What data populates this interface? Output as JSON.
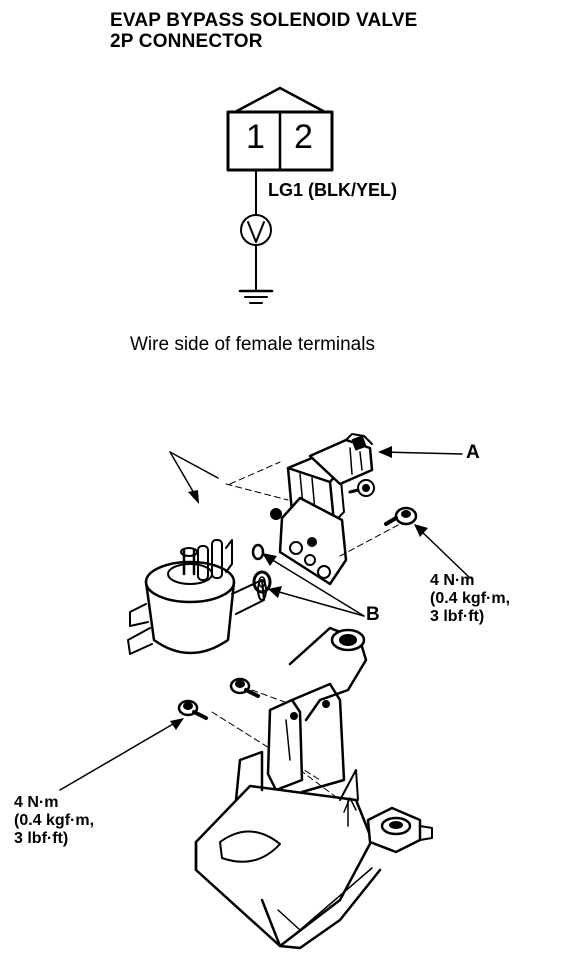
{
  "connector": {
    "title_line1": "EVAP BYPASS SOLENOID VALVE",
    "title_line2": "2P CONNECTOR",
    "pins": [
      "1",
      "2"
    ],
    "wire_label": "LG1 (BLK/YEL)",
    "caption": "Wire side of female terminals"
  },
  "callouts": {
    "a": "A",
    "b": "B"
  },
  "torque_right": {
    "line1": "4 N·m",
    "line2": "(0.4 kgf·m,",
    "line3": "3 lbf·ft)"
  },
  "torque_left": {
    "line1": "4 N·m",
    "line2": "(0.4 kgf·m,",
    "line3": "3 lbf·ft)"
  }
}
